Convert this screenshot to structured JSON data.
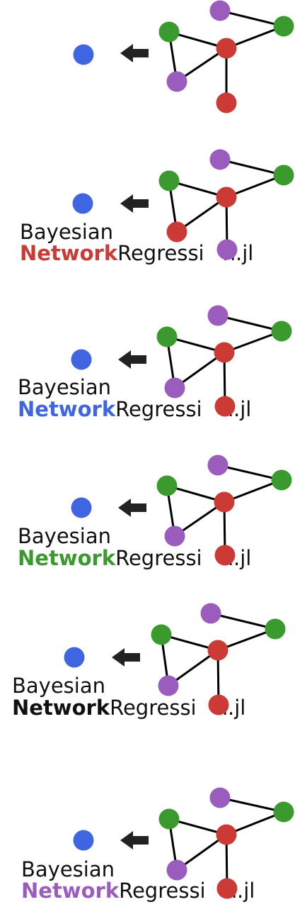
{
  "colors": {
    "blue": "#3f66e0",
    "red": "#cc3a35",
    "green": "#3a9a2e",
    "purple": "#9a5cbd",
    "black": "#111111",
    "arrow": "#222222"
  },
  "logos": [
    {
      "line1": "",
      "word_network": "",
      "word_regression_pre": "",
      "word_regression_post": "",
      "network_color": "red",
      "has_text": false
    },
    {
      "line1": "Bayesian",
      "word_network": "Network",
      "word_regression_pre": "Regressi",
      "word_regression_post": "n.jl",
      "network_color": "red",
      "o_color": "purple",
      "has_text": true
    },
    {
      "line1": "Bayesian",
      "word_network": "Network",
      "word_regression_pre": "Regressi",
      "word_regression_post": "n.jl",
      "network_color": "blue",
      "o_color": "red",
      "has_text": true
    },
    {
      "line1": "Bayesian",
      "word_network": "Network",
      "word_regression_pre": "Regressi",
      "word_regression_post": "n.jl",
      "network_color": "green",
      "o_color": "red",
      "has_text": true
    },
    {
      "line1": "Bayesian",
      "word_network": "Network",
      "word_regression_pre": "Regressi",
      "word_regression_post": "n.jl",
      "network_color": "black",
      "o_color": "red",
      "has_text": true
    },
    {
      "line1": "Bayesian",
      "word_network": "Network",
      "word_regression_pre": "Regressi",
      "word_regression_post": "n.jl",
      "network_color": "purple",
      "o_color": "red",
      "has_text": true
    }
  ]
}
